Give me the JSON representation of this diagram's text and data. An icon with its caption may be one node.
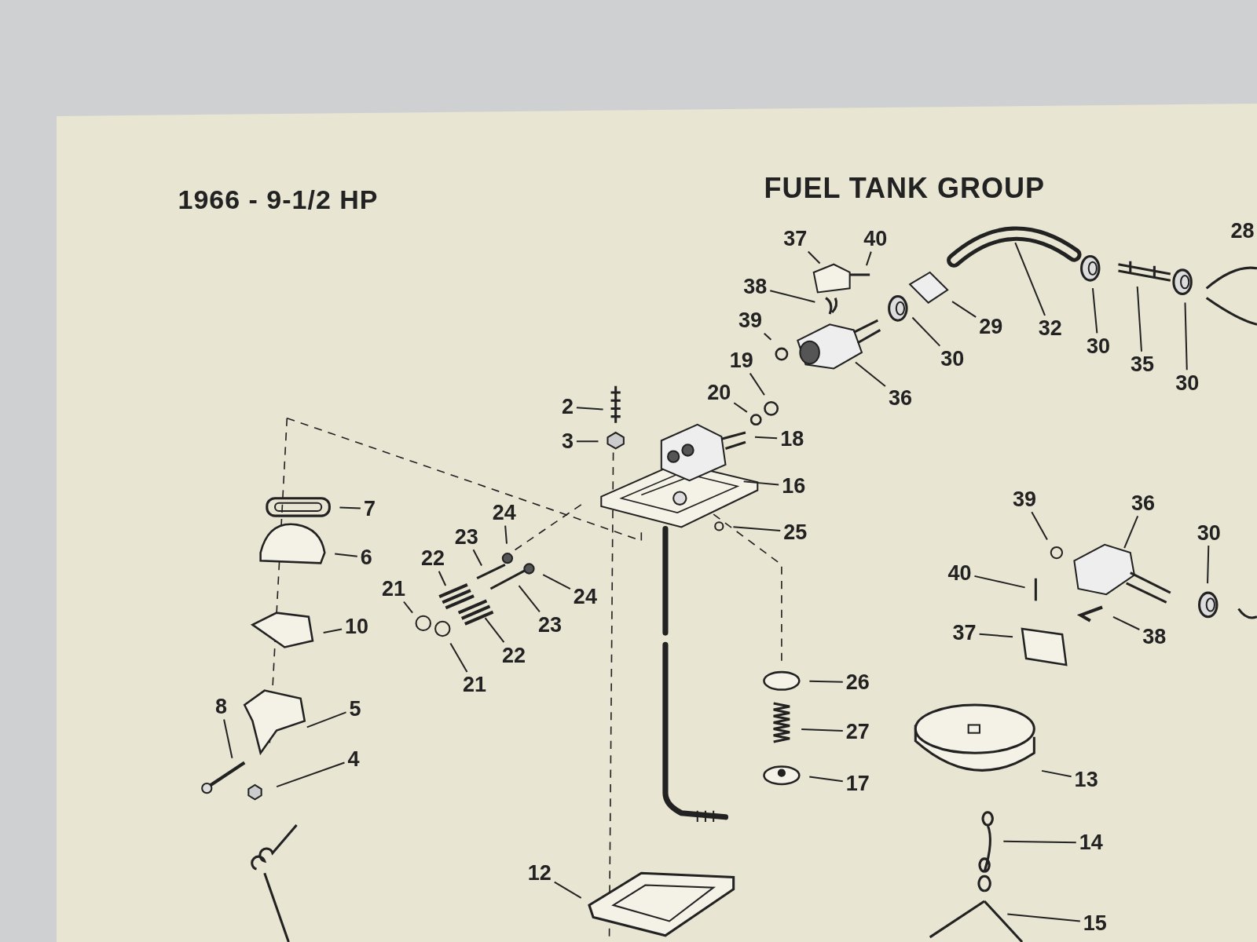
{
  "diagram": {
    "title": "FUEL TANK GROUP",
    "nodes": [
      {
        "text": [
          "37"
        ]
      },
      {
        "text": [
          "40"
        ]
      },
      {
        "text": [
          "38"
        ]
      },
      {
        "text": [
          "39"
        ]
      },
      {
        "text": [
          "30"
        ]
      },
      {
        "text": [
          "29"
        ]
      },
      {
        "text": [
          "32"
        ]
      },
      {
        "text": [
          "30"
        ]
      },
      {
        "text": [
          "35"
        ]
      },
      {
        "text": [
          "30"
        ]
      },
      {
        "text": [
          "36"
        ]
      },
      {
        "text": [
          "19"
        ]
      },
      {
        "text": [
          "20"
        ]
      },
      {
        "text": [
          "2"
        ]
      },
      {
        "text": [
          "3"
        ]
      },
      {
        "text": [
          "18"
        ]
      },
      {
        "text": [
          "16"
        ]
      },
      {
        "text": [
          "7"
        ]
      },
      {
        "text": [
          "24"
        ]
      },
      {
        "text": [
          "23"
        ]
      },
      {
        "text": [
          "22"
        ]
      },
      {
        "text": [
          "24"
        ]
      },
      {
        "text": [
          "25"
        ]
      },
      {
        "text": [
          "6"
        ]
      },
      {
        "text": [
          "21"
        ]
      },
      {
        "text": [
          "23"
        ]
      },
      {
        "text": [
          "22"
        ]
      },
      {
        "text": [
          "21"
        ]
      },
      {
        "text": [
          "10"
        ]
      },
      {
        "text": [
          "39"
        ]
      },
      {
        "text": [
          "36"
        ]
      },
      {
        "text": [
          "30"
        ]
      },
      {
        "text": [
          "40"
        ]
      },
      {
        "text": [
          "37"
        ]
      },
      {
        "text": [
          "38"
        ]
      },
      {
        "text": [
          "26"
        ]
      },
      {
        "text": [
          "5"
        ]
      },
      {
        "text": [
          "27"
        ]
      },
      {
        "text": [
          "8"
        ]
      },
      {
        "text": [
          "4"
        ]
      },
      {
        "text": [
          "17"
        ]
      },
      {
        "text": [
          "13"
        ]
      },
      {
        "text": [
          "14"
        ]
      },
      {
        "text": [
          "12"
        ]
      },
      {
        "text": [
          "15"
        ]
      }
    ],
    "edges": [
      {
        "from": 0,
        "to": null,
        "arrow": "none"
      },
      {
        "from": 1,
        "to": null,
        "arrow": "none"
      },
      {
        "from": 2,
        "to": null,
        "arrow": "none"
      },
      {
        "from": 3,
        "to": null,
        "arrow": "none"
      },
      {
        "from": 4,
        "to": null,
        "arrow": "none"
      },
      {
        "from": 5,
        "to": null,
        "arrow": "none"
      },
      {
        "from": 6,
        "to": null,
        "arrow": "none"
      },
      {
        "from": 7,
        "to": null,
        "arrow": "none"
      },
      {
        "from": 8,
        "to": null,
        "arrow": "none"
      },
      {
        "from": 9,
        "to": null,
        "arrow": "none"
      },
      {
        "from": 10,
        "to": null,
        "arrow": "none"
      },
      {
        "from": 11,
        "to": null,
        "arrow": "none"
      },
      {
        "from": 12,
        "to": null,
        "arrow": "none"
      },
      {
        "from": 13,
        "to": null,
        "arrow": "none"
      },
      {
        "from": 14,
        "to": null,
        "arrow": "none"
      },
      {
        "from": 15,
        "to": null,
        "arrow": "none"
      },
      {
        "from": 16,
        "to": null,
        "arrow": "none"
      },
      {
        "from": 17,
        "to": null,
        "arrow": "none"
      },
      {
        "from": 18,
        "to": null,
        "arrow": "none"
      },
      {
        "from": 19,
        "to": null,
        "arrow": "none"
      },
      {
        "from": 20,
        "to": null,
        "arrow": "none"
      },
      {
        "from": 21,
        "to": null,
        "arrow": "none"
      },
      {
        "from": 22,
        "to": null,
        "arrow": "none"
      },
      {
        "from": 23,
        "to": null,
        "arrow": "none"
      },
      {
        "from": 24,
        "to": null,
        "arrow": "none"
      },
      {
        "from": 25,
        "to": null,
        "arrow": "none"
      },
      {
        "from": 26,
        "to": null,
        "arrow": "none"
      },
      {
        "from": 27,
        "to": null,
        "arrow": "none"
      },
      {
        "from": 28,
        "to": null,
        "arrow": "none"
      },
      {
        "from": 29,
        "to": null,
        "arrow": "none"
      },
      {
        "from": 30,
        "to": null,
        "arrow": "none"
      },
      {
        "from": 31,
        "to": null,
        "arrow": "none"
      },
      {
        "from": 32,
        "to": null,
        "arrow": "none"
      },
      {
        "from": 33,
        "to": null,
        "arrow": "none"
      },
      {
        "from": 34,
        "to": null,
        "arrow": "none"
      },
      {
        "from": 35,
        "to": null,
        "arrow": "none"
      },
      {
        "from": 36,
        "to": null,
        "arrow": "none"
      },
      {
        "from": 37,
        "to": null,
        "arrow": "none"
      },
      {
        "from": 38,
        "to": null,
        "arrow": "none"
      },
      {
        "from": 39,
        "to": null,
        "arrow": "none"
      },
      {
        "from": 40,
        "to": null,
        "arrow": "none"
      },
      {
        "from": 41,
        "to": null,
        "arrow": "none"
      },
      {
        "from": 42,
        "to": null,
        "arrow": "none"
      },
      {
        "from": 43,
        "to": null,
        "arrow": "none"
      },
      {
        "from": 44,
        "to": null,
        "arrow": "none"
      }
    ],
    "labels": [
      "1966 - 9-1/2 HP",
      "28"
    ]
  }
}
